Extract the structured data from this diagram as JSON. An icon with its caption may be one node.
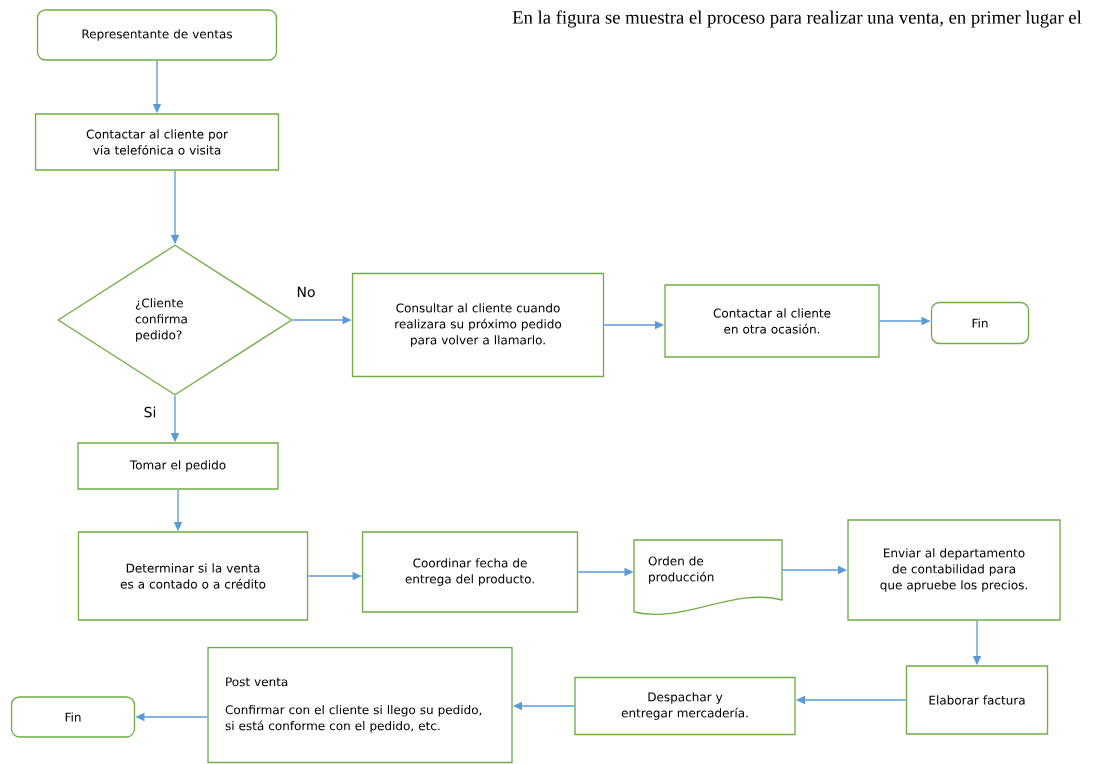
{
  "diagram": {
    "nodes": [
      {
        "text": [
          "Representante de ventas"
        ]
      },
      {
        "text": [
          "Contactar al cliente por vía telefónica o visita"
        ]
      },
      {
        "text": [
          "¿Cliente confirma pedido?"
        ]
      },
      {
        "text": [
          "Consultar al cliente cuando realizara su próximo pedido para volver a llamarlo."
        ]
      },
      {
        "text": [
          "Contactar al cliente en otra ocasión."
        ]
      },
      {
        "text": [
          "Fin"
        ]
      },
      {
        "text": [
          "Tomar el pedido"
        ]
      },
      {
        "text": [
          "Determinar si la venta es a contado o a crédito"
        ]
      },
      {
        "text": [
          "Coordinar fecha de entrega del producto."
        ]
      },
      {
        "text": [
          "Orden de producción"
        ]
      },
      {
        "text": [
          "Enviar al departamento de contabilidad para que apruebe los precios."
        ]
      },
      {
        "text": [
          "Elaborar factura"
        ]
      },
      {
        "text": [
          "Post venta",
          "Confirmar con el cliente si llego su pedido, si está conforme con el pedido, etc."
        ]
      },
      {
        "text": [
          "Despachar y entregar mercadería."
        ]
      },
      {
        "text": [
          "Fin"
        ]
      }
    ],
    "edges": [
      {
        "from": 0,
        "to": 1,
        "arrow": "to"
      },
      {
        "from": 1,
        "to": 2,
        "arrow": "to"
      },
      {
        "from": 2,
        "to": 3,
        "arrow": "to",
        "label": "No"
      },
      {
        "from": 3,
        "to": 4,
        "arrow": "to"
      },
      {
        "from": 4,
        "to": 5,
        "arrow": "to"
      },
      {
        "from": 2,
        "to": 6,
        "arrow": "to",
        "label": "Si"
      },
      {
        "from": 6,
        "to": 7,
        "arrow": "to"
      },
      {
        "from": 7,
        "to": 8,
        "arrow": "to"
      },
      {
        "from": 8,
        "to": 9,
        "arrow": "to"
      },
      {
        "from": 9,
        "to": 10,
        "arrow": "to"
      },
      {
        "from": 10,
        "to": 11,
        "arrow": "to"
      },
      {
        "from": 11,
        "to": 13,
        "arrow": "to"
      },
      {
        "from": 13,
        "to": 12,
        "arrow": "to"
      },
      {
        "from": 12,
        "to": 14,
        "arrow": "to"
      }
    ],
    "labels": [
      "En la figura se muestra el proceso para realizar una venta, en primer lugar el"
    ]
  }
}
